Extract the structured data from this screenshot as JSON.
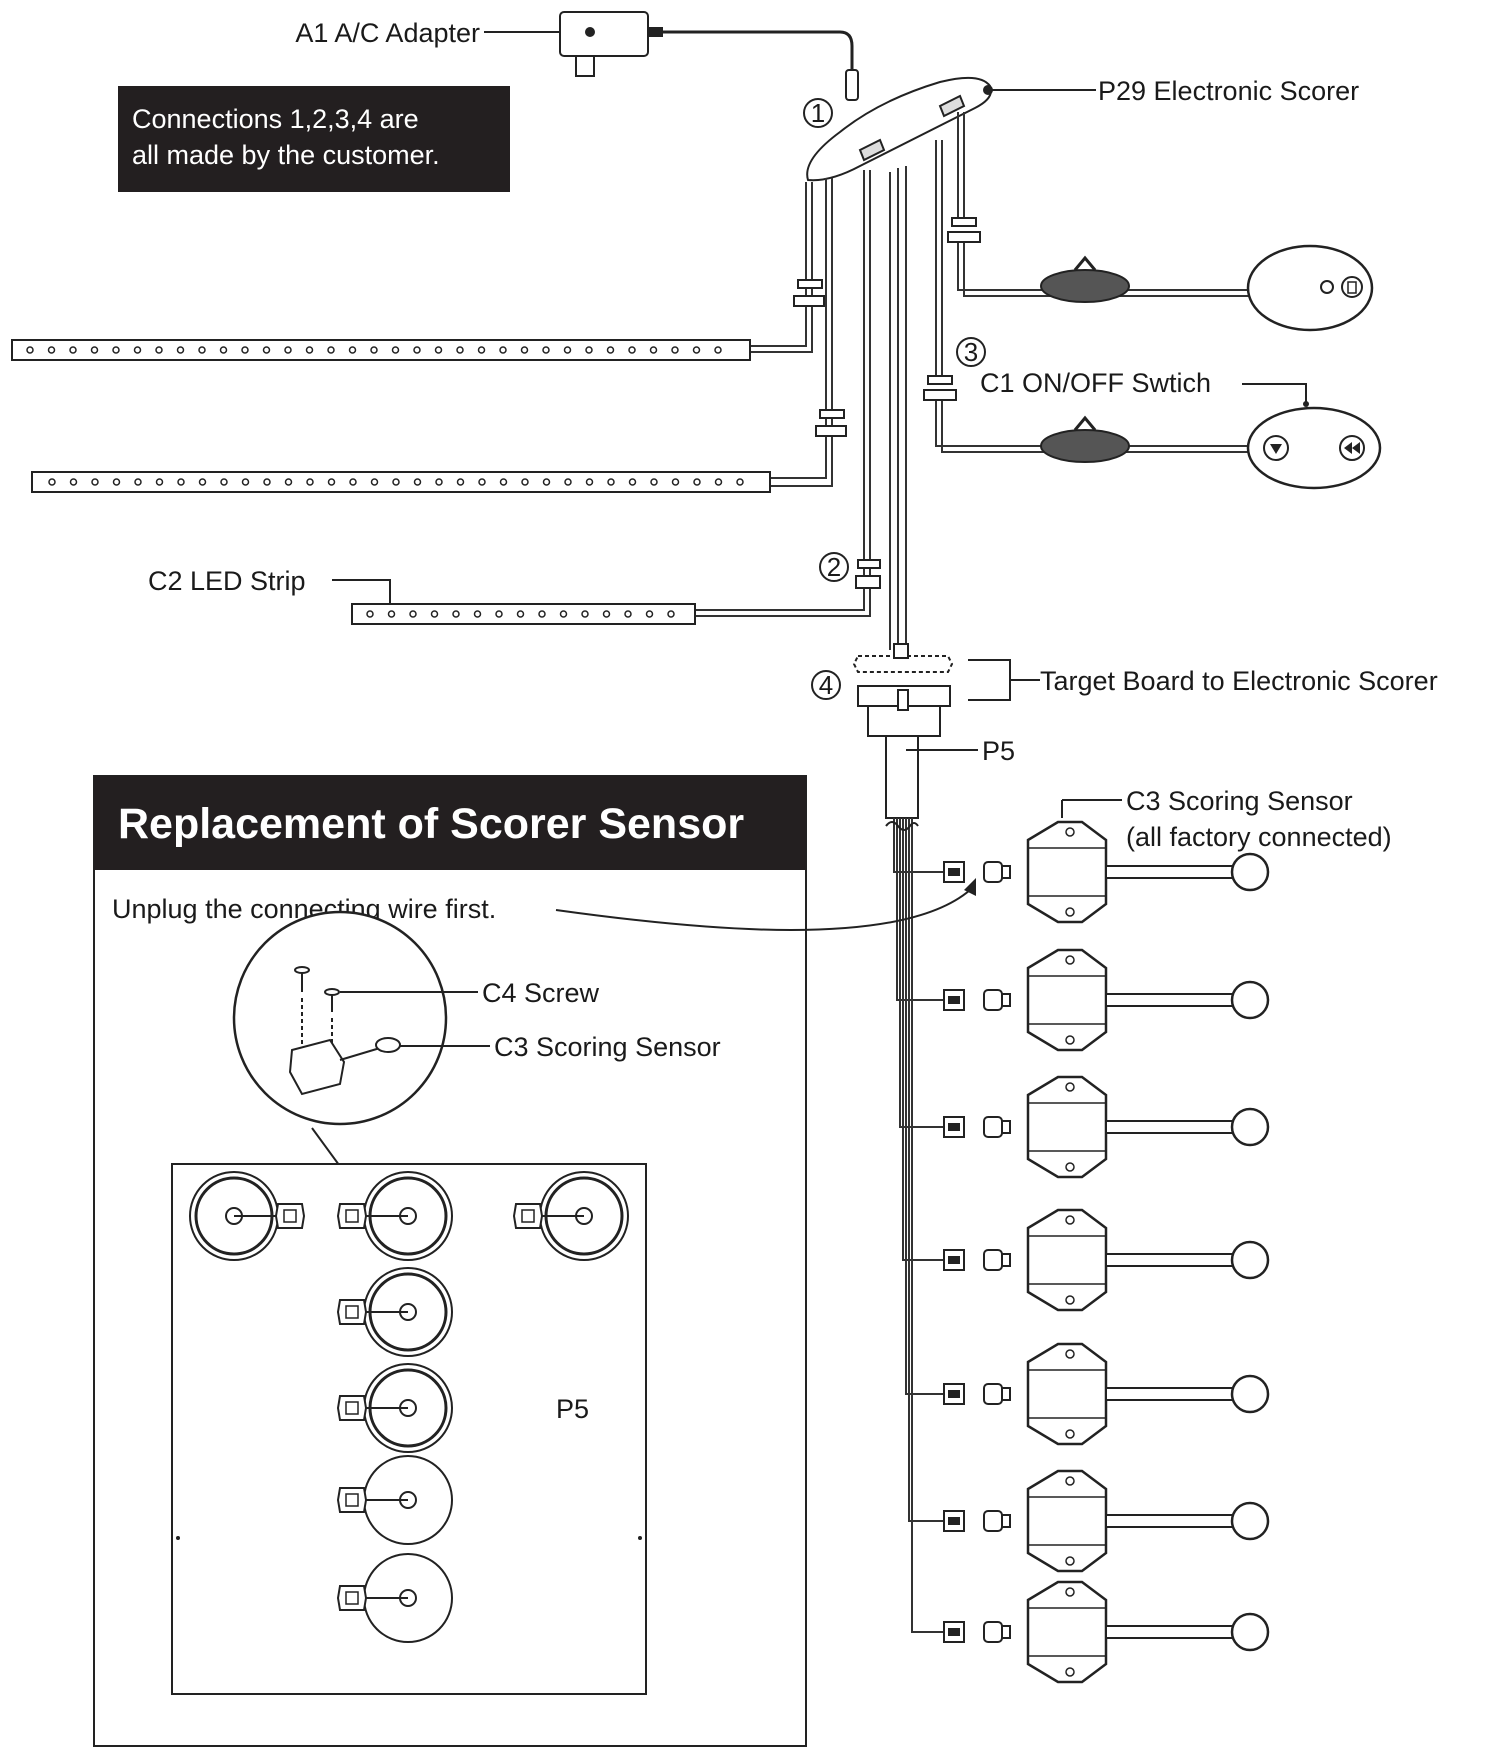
{
  "notes": {
    "customer_line1": "Connections 1,2,3,4 are",
    "customer_line2": "all made by the customer."
  },
  "labels": {
    "adapter": "A1 A/C Adapter",
    "scorer": "P29 Electronic Scorer",
    "switch": "C1 ON/OFF Swtich",
    "led_strip": "C2 LED Strip",
    "target_board": "Target Board to Electronic Scorer",
    "p5_top": "P5",
    "c3_sensor_line1": "C3 Scoring Sensor",
    "c3_sensor_line2": "(all factory connected)"
  },
  "connection_numbers": [
    "1",
    "2",
    "3",
    "4"
  ],
  "replacement": {
    "title": "Replacement of Scorer Sensor",
    "instruction": "Unplug the connecting wire first.",
    "screw_label": "C4 Screw",
    "sensor_label": "C3 Scoring Sensor",
    "board_label": "P5"
  },
  "icons": {
    "switch_left": "arrow-down-icon",
    "switch_right": "rewind-icon"
  }
}
